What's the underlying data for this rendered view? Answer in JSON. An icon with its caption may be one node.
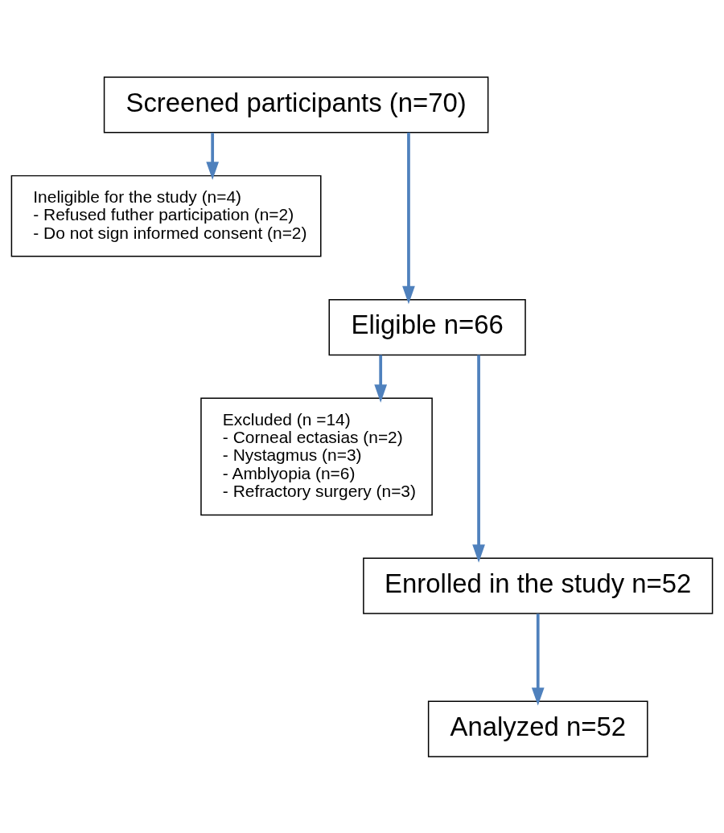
{
  "diagram": {
    "nodes": [
      {
        "text": [
          "Screened participants (n=70)"
        ]
      },
      {
        "text": [
          "Ineligible for the study (n=4)",
          "- Refused futher participation (n=2)",
          "- Do not sign informed consent (n=2)"
        ]
      },
      {
        "text": [
          "Eligible n=66"
        ]
      },
      {
        "text": [
          "Excluded (n =14)",
          "- Corneal ectasias (n=2)",
          "- Nystagmus (n=3)",
          "- Amblyopia (n=6)",
          "- Refractory surgery (n=3)"
        ]
      },
      {
        "text": [
          "Enrolled in the study n=52"
        ]
      },
      {
        "text": [
          "Analyzed n=52"
        ]
      }
    ],
    "edges": [
      {
        "from": 0,
        "to": 1,
        "arrow": "to"
      },
      {
        "from": 0,
        "to": 2,
        "arrow": "to"
      },
      {
        "from": 2,
        "to": 3,
        "arrow": "to"
      },
      {
        "from": 2,
        "to": 4,
        "arrow": "to"
      },
      {
        "from": 4,
        "to": 5,
        "arrow": "to"
      }
    ]
  }
}
